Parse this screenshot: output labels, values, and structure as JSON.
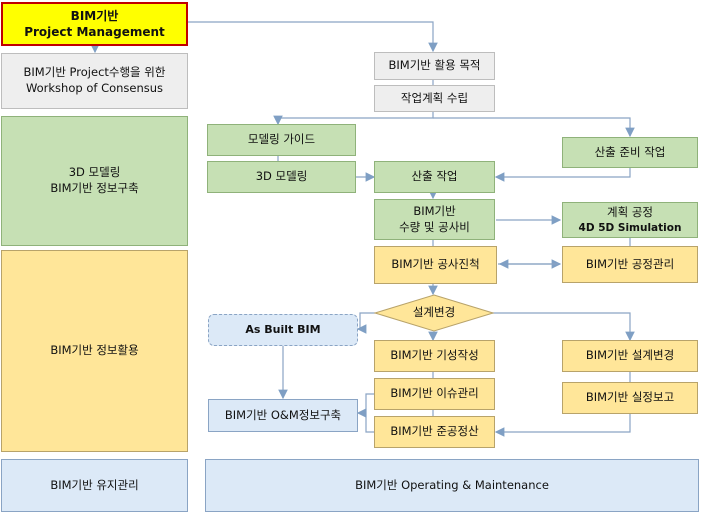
{
  "phases": {
    "project": [
      "BIM기반",
      "Project Management"
    ],
    "workshop": [
      "BIM기반 Project수행을 위한",
      "Workshop of Consensus"
    ],
    "modeling": [
      "3D 모델링",
      "BIM기반 정보구축"
    ],
    "utilization": "BIM기반 정보활용",
    "maintenance": "BIM기반 유지관리"
  },
  "nodes": {
    "purpose": "BIM기반 활용 목적",
    "plan": "작업계획 수립",
    "modeling_guide": "모델링 가이드",
    "modeling_3d": "3D 모델링",
    "calc_prep": "산출 준비 작업",
    "calc_work": "산출 작업",
    "quantity": [
      "BIM기반",
      "수량 및 공사비"
    ],
    "schedule": [
      "계획 공정",
      "4D 5D Simulation"
    ],
    "progress": "BIM기반 공사진척",
    "process_mgmt": "BIM기반 공정관리",
    "design_change": "설계변경",
    "as_built": "As Built BIM",
    "completion": "BIM기반 기성작성",
    "design_change_bim": "BIM기반 설계변경",
    "issue": "BIM기반 이슈관리",
    "site_report": "BIM기반 실정보고",
    "om_info": "BIM기반 O&M정보구축",
    "settlement": "BIM기반 준공정산",
    "operation": "BIM기반 Operating & Maintenance"
  },
  "colors": {
    "project_fill": "#ffff00",
    "project_border": "#c00000",
    "gray": "#eeeeee",
    "green": "#c6e0b4",
    "yellow": "#ffe699",
    "blue": "#dce9f7",
    "arrow": "#8aa4c4"
  }
}
